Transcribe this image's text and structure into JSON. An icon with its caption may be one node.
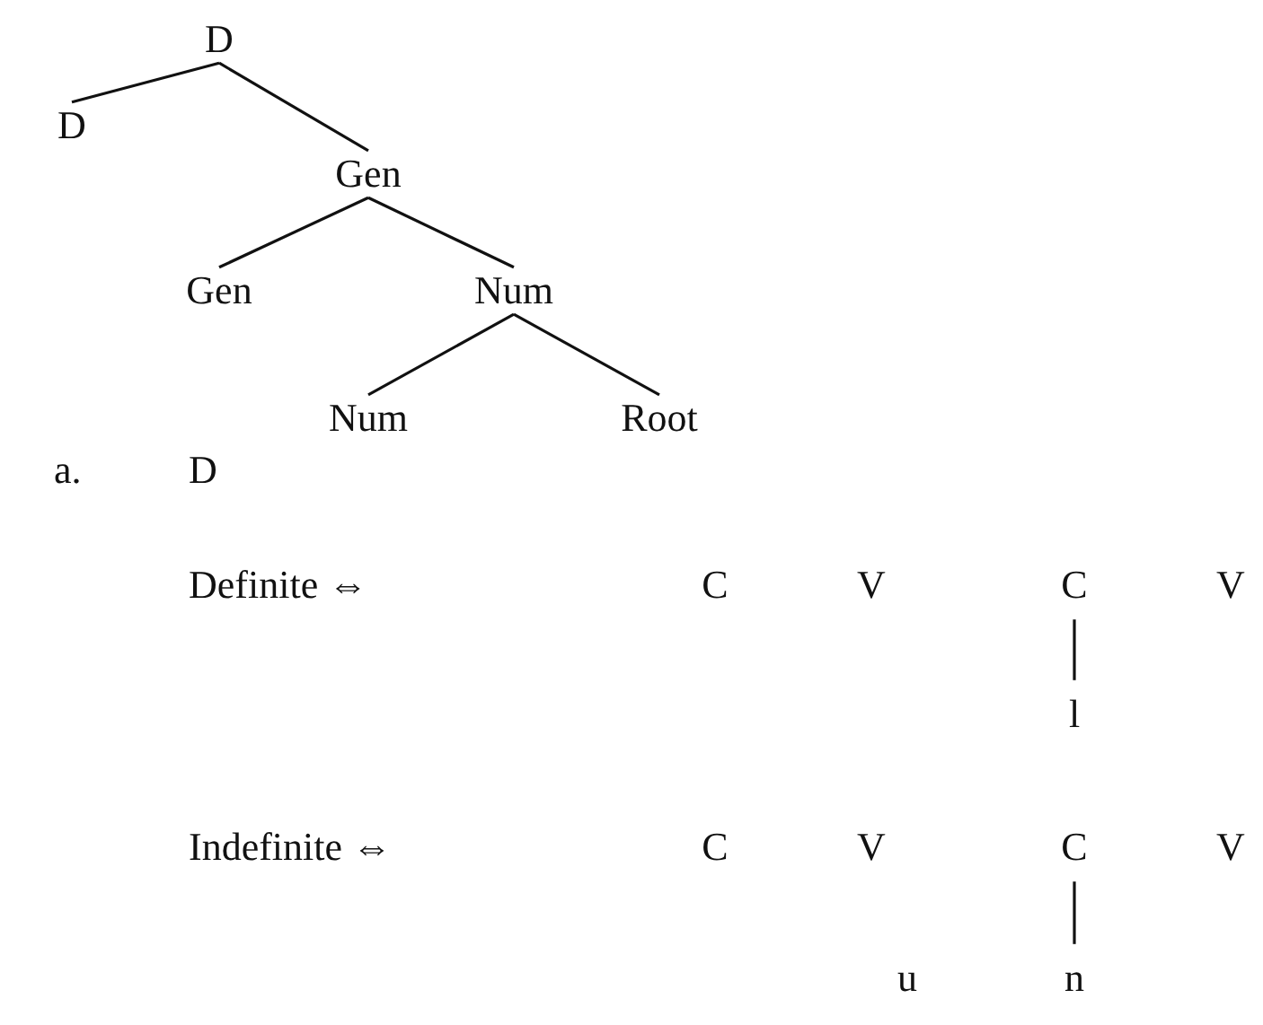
{
  "diagram": {
    "nodes": [
      {
        "text": [
          "D"
        ]
      },
      {
        "text": [
          "D"
        ]
      },
      {
        "text": [
          "Gen"
        ]
      },
      {
        "text": [
          "Gen"
        ]
      },
      {
        "text": [
          "Num"
        ]
      },
      {
        "text": [
          "Num"
        ]
      },
      {
        "text": [
          "Root"
        ]
      },
      {
        "text": [
          "C"
        ]
      },
      {
        "text": [
          "l"
        ]
      },
      {
        "text": [
          "C"
        ]
      },
      {
        "text": [
          "n"
        ]
      }
    ],
    "edges": [
      {
        "from": 0,
        "to": 1,
        "arrow": "none"
      },
      {
        "from": 0,
        "to": 2,
        "arrow": "none"
      },
      {
        "from": 2,
        "to": 3,
        "arrow": "none"
      },
      {
        "from": 2,
        "to": 4,
        "arrow": "none"
      },
      {
        "from": 4,
        "to": 5,
        "arrow": "none"
      },
      {
        "from": 4,
        "to": 6,
        "arrow": "none"
      },
      {
        "from": 7,
        "to": 8,
        "arrow": "none"
      },
      {
        "from": 9,
        "to": 10,
        "arrow": "none"
      }
    ],
    "labels": [
      "a.",
      "D",
      "Definite ⇔",
      "C",
      "V",
      "V",
      "Indefinite ⇔",
      "C",
      "V",
      "V",
      "u"
    ]
  }
}
